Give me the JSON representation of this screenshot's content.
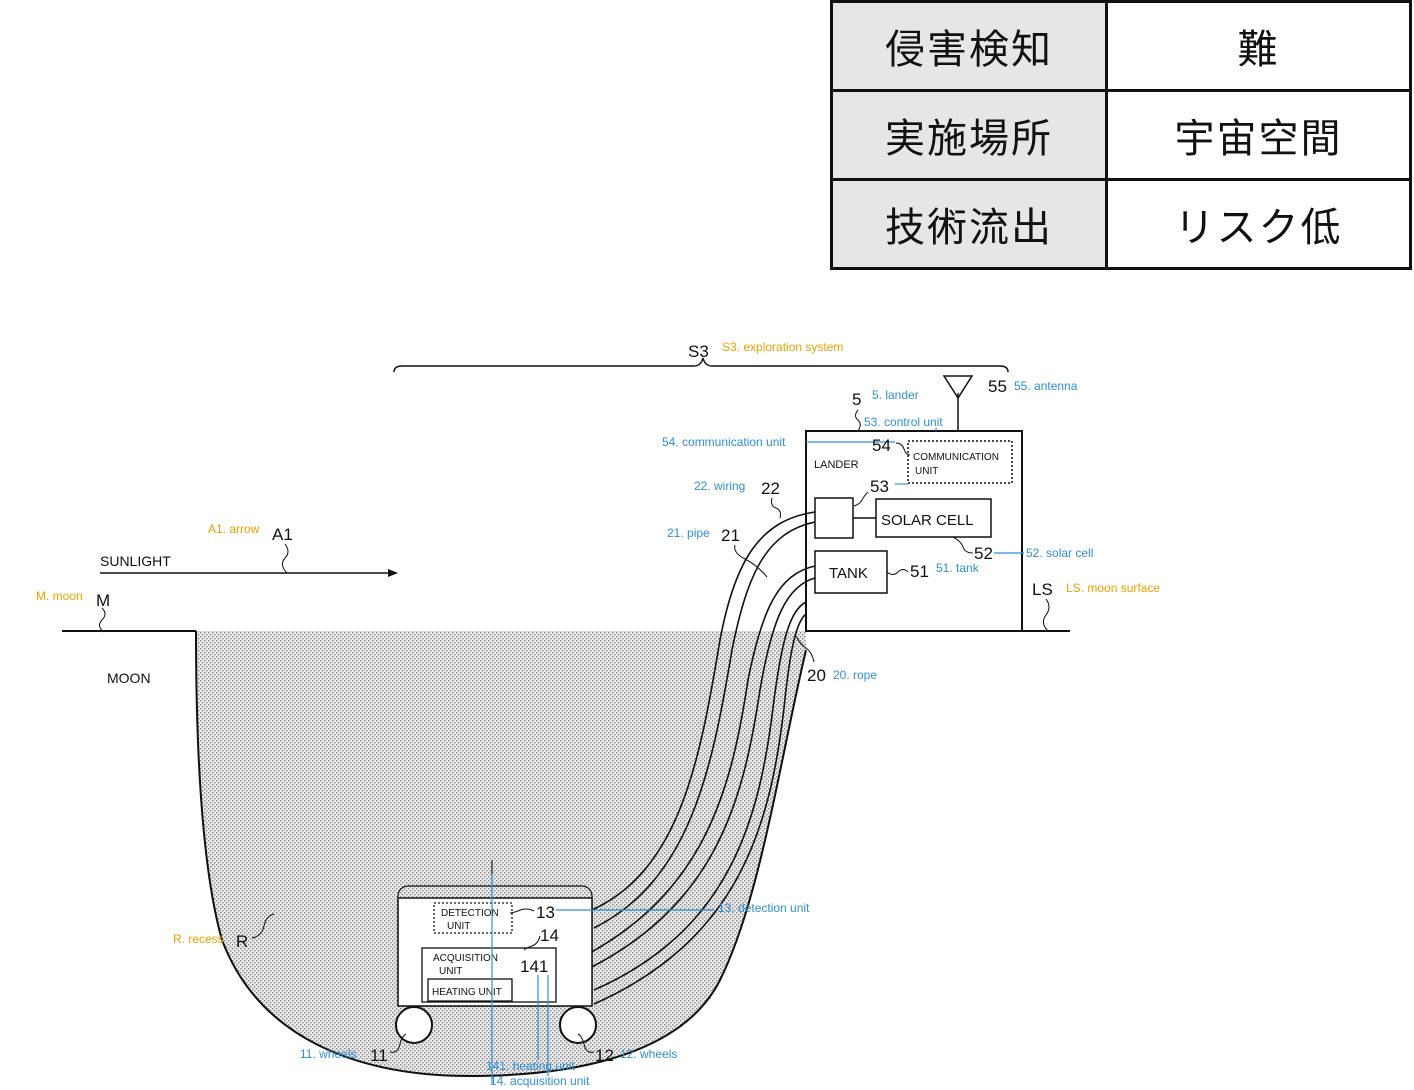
{
  "table": {
    "rows": [
      {
        "key": "侵害検知",
        "value": "難"
      },
      {
        "key": "実施場所",
        "value": "宇宙空間"
      },
      {
        "key": "技術流出",
        "value": "リスク低"
      }
    ]
  },
  "diagram": {
    "ref_labels": {
      "S3": "S3",
      "five": "5",
      "n55": "55",
      "n54": "54",
      "n53": "53",
      "n52": "52",
      "n51": "51",
      "n22": "22",
      "n21": "21",
      "n20": "20",
      "A1": "A1",
      "M": "M",
      "LS": "LS",
      "R": "R",
      "n13": "13",
      "n14": "14",
      "n141": "141",
      "n11": "11",
      "n12": "12"
    },
    "box_text": {
      "lander": "LANDER",
      "communication_line1": "COMMUNICATION",
      "communication_line2": "UNIT",
      "solar_cell": "SOLAR CELL",
      "tank": "TANK",
      "sunlight": "SUNLIGHT",
      "moon": "MOON",
      "detection_line1": "DETECTION",
      "detection_line2": "UNIT",
      "acquisition_line1": "ACQUISITION",
      "acquisition_line2": "UNIT",
      "heating": "HEATING UNIT"
    },
    "orange_annotations": {
      "s3": "S3. exploration system",
      "a1": "A1. arrow",
      "m": "M. moon",
      "ls": "LS. moon surface",
      "r": "R. recess"
    },
    "blue_annotations": {
      "lander": "5. lander",
      "antenna": "55. antenna",
      "control": "53. control unit",
      "communication": "54. communication unit",
      "wiring": "22. wiring",
      "pipe": "21. pipe",
      "solar": "52. solar cell",
      "tank": "51. tank",
      "rope": "20. rope",
      "detection": "13. detection unit",
      "wheels11": "11. wheels",
      "wheels12": "12. wheels",
      "heating": "141. heating unit",
      "acquisition": "14. acquisition unit"
    },
    "colors": {
      "orange": "#f0a000",
      "blue": "#2f8fd8",
      "line": "#111111",
      "stipple": "#cfcfcf"
    }
  }
}
